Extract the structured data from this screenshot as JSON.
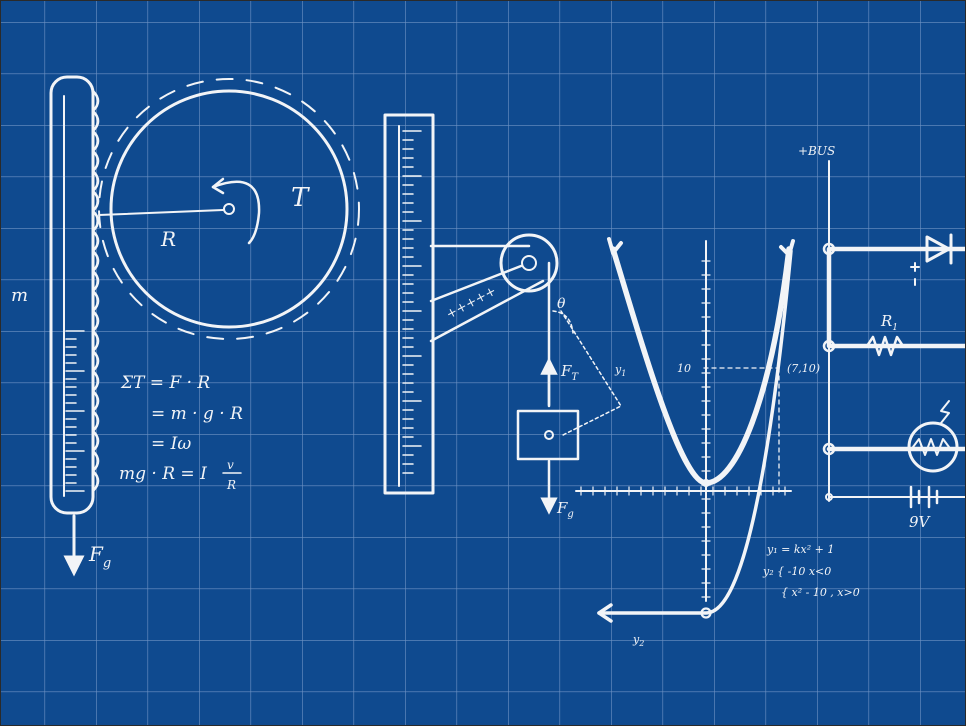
{
  "labels": {
    "mass_m": "m",
    "radius_R": "R",
    "torque_T": "T",
    "force_Fg_left": "F",
    "force_Fg_left_sub": "g",
    "eq1": "ΣT = F · R",
    "eq2": "= m · g · R",
    "eq3": "= Iω",
    "eq4": "mg · R = I",
    "eq4_frac_num": "v",
    "eq4_frac_den": "R",
    "pulley_theta": "θ",
    "pulley_FT": "F",
    "pulley_FT_sub": "T",
    "pulley_Fg": "F",
    "pulley_Fg_sub": "g",
    "y1": "y",
    "y1_sub": "1",
    "y2": "y",
    "y2_sub": "2",
    "tick_10": "10",
    "point_7_10": "(7,10)",
    "graph_eq1": "y₁ = kx² + 1",
    "graph_eq2": "y₂ { -10  x<0",
    "graph_eq3": "{ x² - 10 , x>0",
    "bus": "+BUS",
    "resistor_R1": "R",
    "resistor_R1_sub": "1",
    "battery_9V": "9V"
  },
  "colors": {
    "blueprint": "#0f4a8f",
    "grid": "#6f93c4",
    "chalk": "#f2f4f7"
  },
  "icons": [
    "gear-icon",
    "ruler-icon",
    "pulley-icon",
    "parabola-graph",
    "circuit-diagram",
    "diode-icon",
    "resistor-icon",
    "lamp-icon",
    "battery-icon"
  ]
}
